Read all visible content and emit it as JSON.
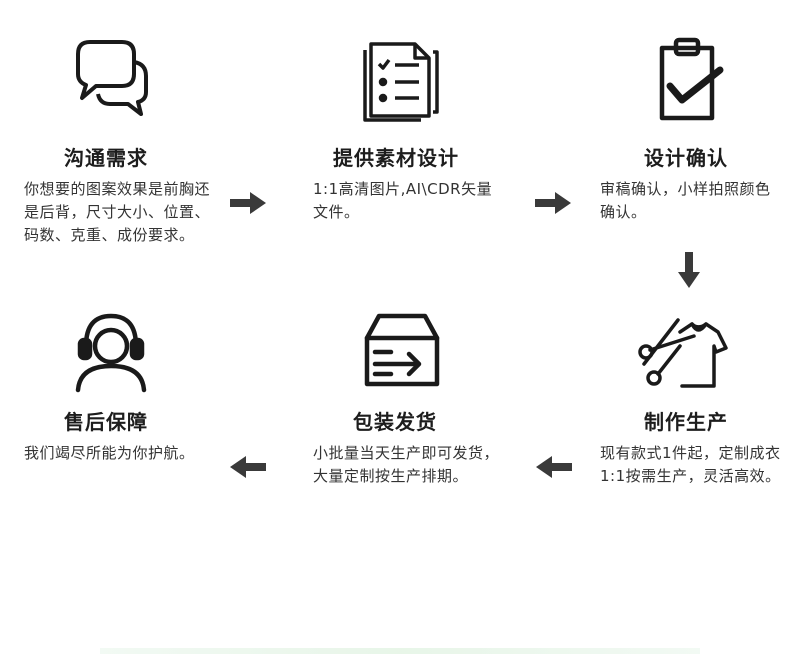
{
  "steps": [
    {
      "title": "沟通需求",
      "desc": "你想要的图案效果是前胸还是后背，尺寸大小、位置、码数、克重、成份要求。",
      "icon": "chat-bubbles-icon"
    },
    {
      "title": "提供素材设计",
      "desc": "1:1高清图片,AI\\CDR矢量文件。",
      "icon": "document-checklist-icon"
    },
    {
      "title": "设计确认",
      "desc": "审稿确认，小样拍照颜色确认。",
      "icon": "clipboard-check-icon"
    },
    {
      "title": "制作生产",
      "desc": "现有款式1件起，定制成衣1:1按需生产，灵活高效。",
      "icon": "scissors-tshirt-icon"
    },
    {
      "title": "包装发货",
      "desc": "小批量当天生产即可发货，大量定制按生产排期。",
      "icon": "shipping-box-icon"
    },
    {
      "title": "售后保障",
      "desc": "我们竭尽所能为你护航。",
      "icon": "headset-support-icon"
    }
  ],
  "colors": {
    "icon": "#1a1a1a",
    "arrow": "#3a3a3a",
    "title": "#1d1d1d",
    "text": "#333333"
  }
}
